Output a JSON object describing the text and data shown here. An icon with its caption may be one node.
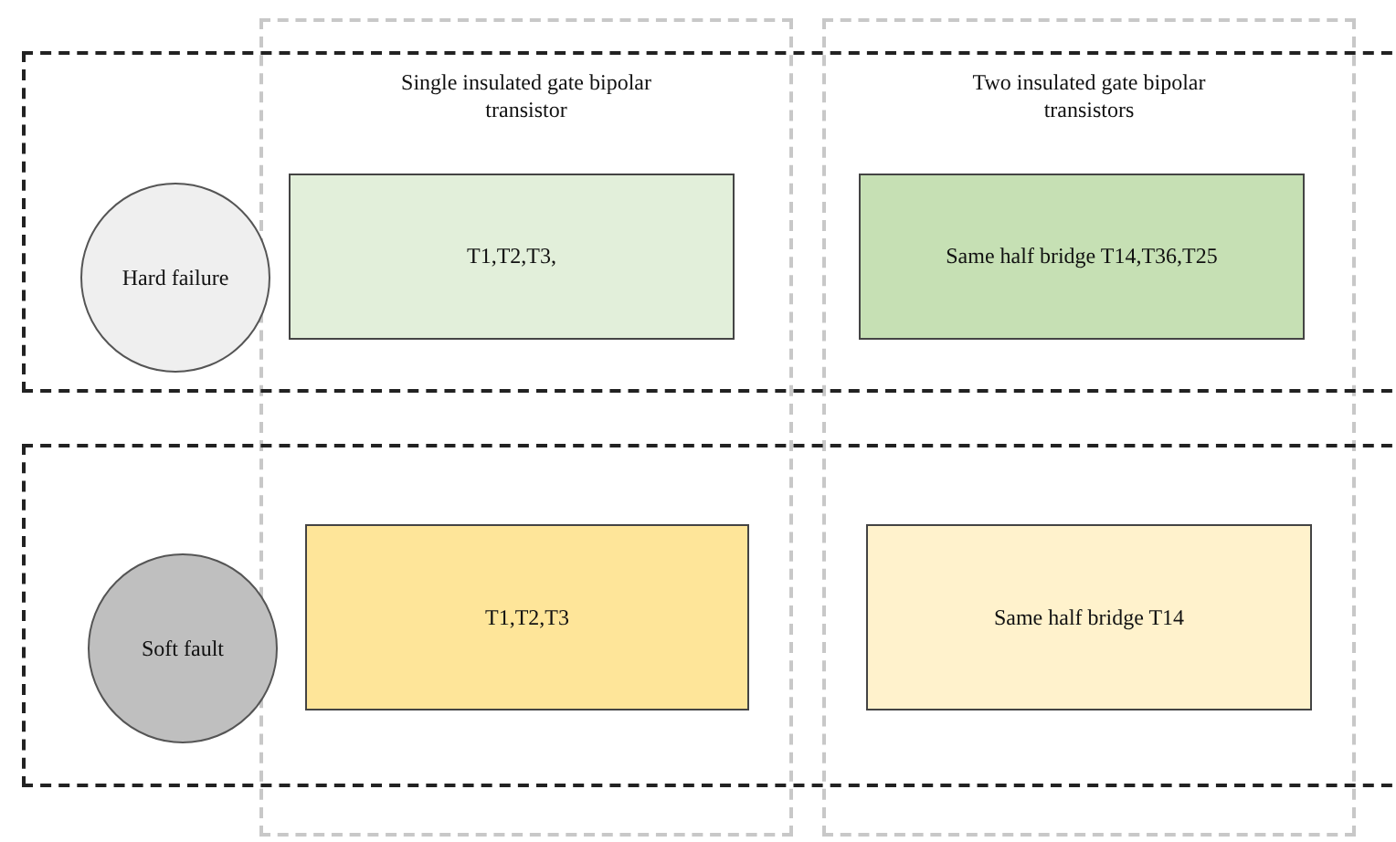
{
  "diagram": {
    "nodes": [
      {
        "text": [
          "Single insulated gate bipolar transistor"
        ]
      },
      {
        "text": [
          "Two insulated gate bipolar transistors"
        ]
      },
      {
        "text": [],
        "shape": "box"
      },
      {
        "text": [
          "Hard failure"
        ],
        "in": 2
      },
      {
        "text": [
          "T1,T2,T3,"
        ]
      },
      {
        "text": [
          "Same half bridge T14,T36,T25"
        ]
      },
      {
        "text": [],
        "shape": "box"
      },
      {
        "text": [
          "Soft fault"
        ],
        "in": 6
      },
      {
        "text": [
          "T1,T2,T3"
        ]
      },
      {
        "text": [
          "Same half bridge T14"
        ]
      }
    ]
  }
}
